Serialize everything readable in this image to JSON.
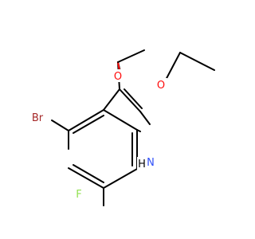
{
  "molecule": {
    "atoms": {
      "bromine": {
        "text": "Br",
        "color": "#a62929"
      },
      "fluorine": {
        "text": "F",
        "color": "#90e050"
      },
      "nitrogen": {
        "text": "N",
        "color": "#3050f8"
      },
      "hydrogen": {
        "text": "H",
        "color": "#000000"
      },
      "carbonyl_oxygen": {
        "text": "O",
        "color": "#ff0d0d"
      },
      "ester_oxygen": {
        "text": "O",
        "color": "#ff0d0d"
      }
    },
    "bond_color": "#000000"
  }
}
